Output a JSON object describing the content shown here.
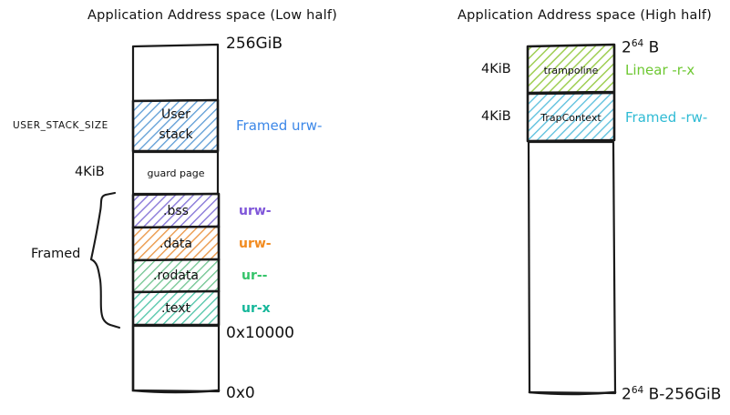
{
  "diagram": {
    "left_panel": {
      "title": "Application Address space (Low half)",
      "top_address": "256GiB",
      "bottom_address": "0x0",
      "text_start_address": "0x10000",
      "brace_label": "Framed",
      "size_labels": {
        "user_stack": "USER_STACK_SIZE",
        "guard_page": "4KiB"
      },
      "regions": [
        {
          "name": "",
          "label": "",
          "perm": "",
          "color": "#ffffff",
          "hatch": false
        },
        {
          "name": "user-stack",
          "label": "User\nstack",
          "line1": "User",
          "line2": "stack",
          "perm": "Framed urw-",
          "color": "#5b9bd5",
          "hatch": true
        },
        {
          "name": "guard-page",
          "label": "guard page",
          "perm": "",
          "color": "#ffffff",
          "hatch": false
        },
        {
          "name": "bss",
          "label": ".bss",
          "perm": "urw-",
          "color": "#7f6fd8",
          "hatch": true
        },
        {
          "name": "data",
          "label": ".data",
          "perm": "urw-",
          "color": "#ef9443",
          "hatch": true
        },
        {
          "name": "rodata",
          "label": ".rodata",
          "perm": "ur--",
          "color": "#5fbf85",
          "hatch": true
        },
        {
          "name": "text",
          "label": ".text",
          "perm": "ur-x",
          "color": "#35b795",
          "hatch": true
        }
      ]
    },
    "right_panel": {
      "title": "Application Address space (High half)",
      "top_address_base": "2",
      "top_address_exp": "64",
      "top_address_suffix": " B",
      "bottom_address_base": "2",
      "bottom_address_exp": "64",
      "bottom_address_suffix": " B-256GiB",
      "size_labels": {
        "trampoline": "4KiB",
        "trapcontext": "4KiB"
      },
      "regions": [
        {
          "name": "trampoline",
          "label": "trampoline",
          "perm": "Linear -r-x",
          "color": "#8cc63f",
          "hatch": true
        },
        {
          "name": "trapcontext",
          "label": "TrapContext",
          "perm": "Framed -rw-",
          "color": "#4ab8d8",
          "hatch": true
        }
      ]
    },
    "colors": {
      "user_stack_blue": "#5b9bd5",
      "framed_urw_text": "#3b87e8",
      "bss_purple": "#7f56d9",
      "data_orange": "#f28b20",
      "rodata_green": "#35c46a",
      "text_teal": "#16b79a",
      "trampoline_green": "#72c035",
      "linear_rx_text": "#6ec832",
      "trapcontext_cyan": "#4ab8d8",
      "framed_rw_text": "#2fbbd4",
      "stroke": "#1a1a1a"
    }
  }
}
